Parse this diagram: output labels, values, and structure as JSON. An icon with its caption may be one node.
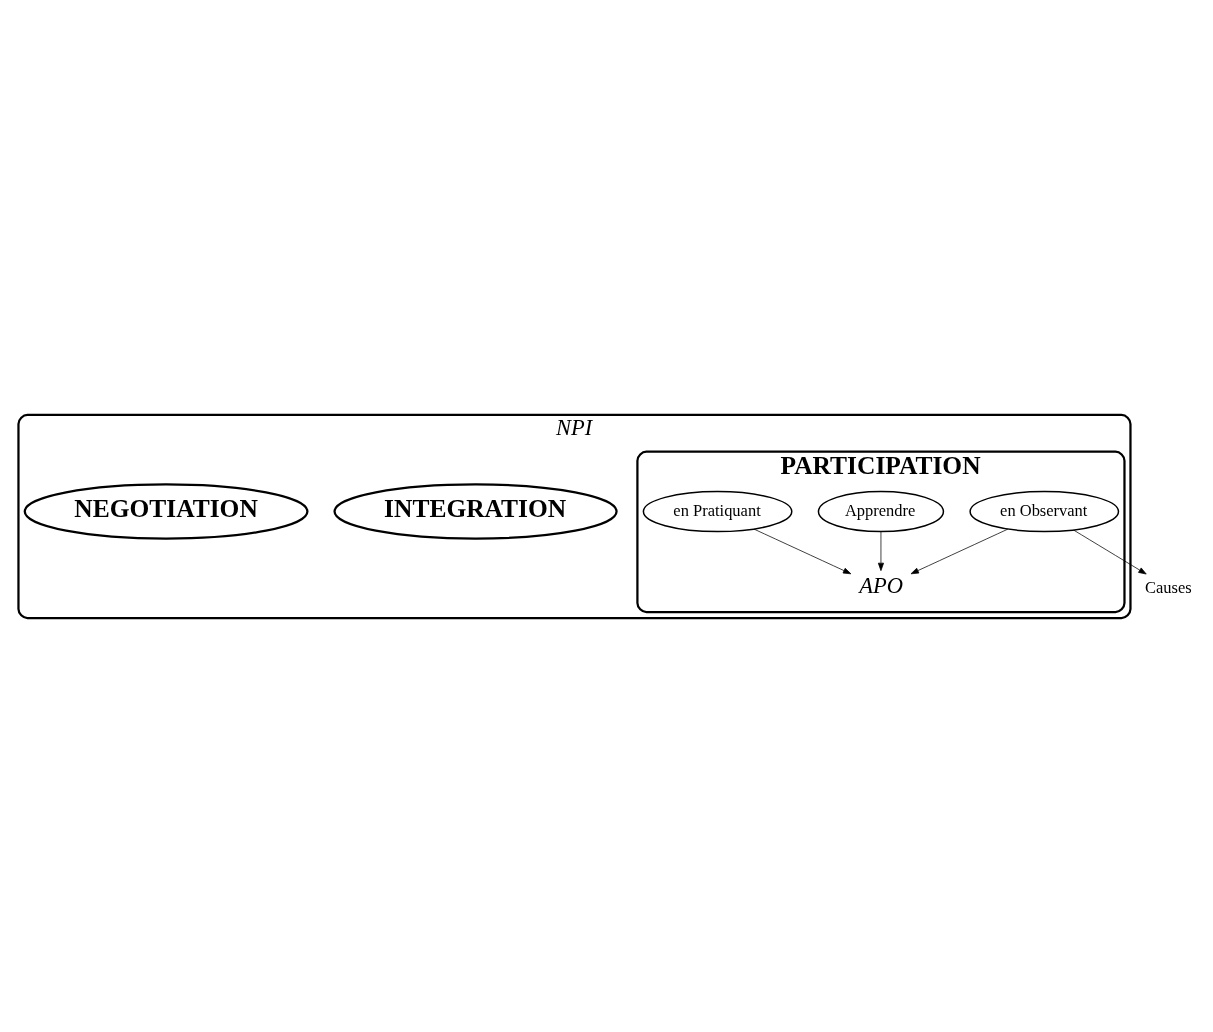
{
  "diagram": {
    "nodes": [
      {
        "text": [
          "NPI"
        ]
      },
      {
        "text": [
          "INTEGRATION"
        ],
        "in": 0
      },
      {
        "text": [
          "NEGOTIATION"
        ],
        "in": 0
      },
      {
        "text": [
          "PARTICIPATION"
        ],
        "in": 0
      },
      {
        "text": [
          "APO"
        ],
        "in": 3
      },
      {
        "text": [
          "en Observant"
        ],
        "in": 3
      },
      {
        "text": [
          "Apprendre"
        ],
        "in": 3
      },
      {
        "text": [
          "en Pratiquant"
        ],
        "in": 3
      },
      {
        "text": [
          "Causes"
        ]
      }
    ],
    "edges": [
      {
        "from": 5,
        "to": 4,
        "arrow": "to"
      },
      {
        "from": 7,
        "to": 4,
        "arrow": "to"
      },
      {
        "from": 6,
        "to": 4,
        "arrow": "to"
      },
      {
        "from": 5,
        "to": 8,
        "arrow": "to"
      }
    ]
  }
}
